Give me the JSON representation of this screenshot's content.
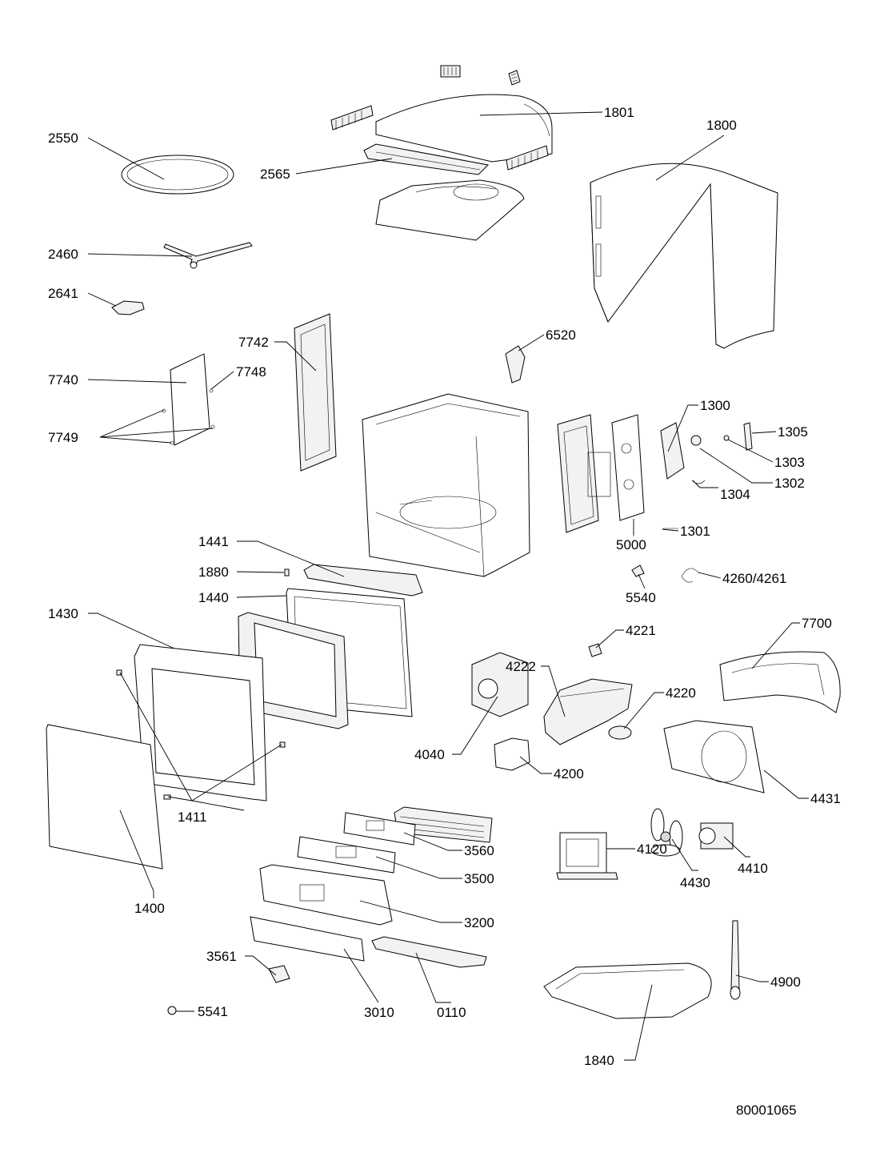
{
  "drawing_number": "80001065",
  "parts": [
    {
      "id": "part-1801",
      "label": "1801"
    },
    {
      "id": "part-1800",
      "label": "1800"
    },
    {
      "id": "part-2550",
      "label": "2550"
    },
    {
      "id": "part-2565",
      "label": "2565"
    },
    {
      "id": "part-2460",
      "label": "2460"
    },
    {
      "id": "part-2641",
      "label": "2641"
    },
    {
      "id": "part-7742",
      "label": "7742"
    },
    {
      "id": "part-6520",
      "label": "6520"
    },
    {
      "id": "part-7740",
      "label": "7740"
    },
    {
      "id": "part-7748",
      "label": "7748"
    },
    {
      "id": "part-7749",
      "label": "7749"
    },
    {
      "id": "part-1300",
      "label": "1300"
    },
    {
      "id": "part-1305",
      "label": "1305"
    },
    {
      "id": "part-1303",
      "label": "1303"
    },
    {
      "id": "part-1302",
      "label": "1302"
    },
    {
      "id": "part-1304",
      "label": "1304"
    },
    {
      "id": "part-1301",
      "label": "1301"
    },
    {
      "id": "part-5000",
      "label": "5000"
    },
    {
      "id": "part-1441",
      "label": "1441"
    },
    {
      "id": "part-1880",
      "label": "1880"
    },
    {
      "id": "part-1440",
      "label": "1440"
    },
    {
      "id": "part-4260",
      "label": "4260/4261"
    },
    {
      "id": "part-5540",
      "label": "5540"
    },
    {
      "id": "part-1430",
      "label": "1430"
    },
    {
      "id": "part-4221",
      "label": "4221"
    },
    {
      "id": "part-7700",
      "label": "7700"
    },
    {
      "id": "part-4222",
      "label": "4222"
    },
    {
      "id": "part-4220",
      "label": "4220"
    },
    {
      "id": "part-4040",
      "label": "4040"
    },
    {
      "id": "part-4200",
      "label": "4200"
    },
    {
      "id": "part-4431",
      "label": "4431"
    },
    {
      "id": "part-1411",
      "label": "1411"
    },
    {
      "id": "part-3560",
      "label": "3560"
    },
    {
      "id": "part-4120",
      "label": "4120"
    },
    {
      "id": "part-4410",
      "label": "4410"
    },
    {
      "id": "part-4430",
      "label": "4430"
    },
    {
      "id": "part-3500",
      "label": "3500"
    },
    {
      "id": "part-1400",
      "label": "1400"
    },
    {
      "id": "part-3200",
      "label": "3200"
    },
    {
      "id": "part-4900",
      "label": "4900"
    },
    {
      "id": "part-3561",
      "label": "3561"
    },
    {
      "id": "part-5541",
      "label": "5541"
    },
    {
      "id": "part-3010",
      "label": "3010"
    },
    {
      "id": "part-0110",
      "label": "0110"
    },
    {
      "id": "part-1840",
      "label": "1840"
    }
  ]
}
